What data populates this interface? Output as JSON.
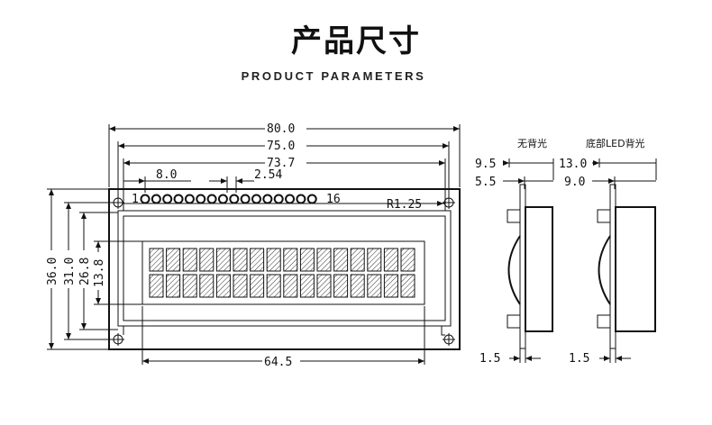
{
  "header": {
    "title": "产品尺寸",
    "subtitle": "PRODUCT PARAMETERS"
  },
  "front_view": {
    "width_total": "80.0",
    "width_holes": "75.0",
    "width_pcb": "73.7",
    "pin1_offset": "8.0",
    "pin_pitch": "2.54",
    "pin_first": "1",
    "pin_last": "16",
    "hole_radius": "R1.25",
    "height_total": "36.0",
    "height_holes": "31.0",
    "height_window": "26.8",
    "height_view": "13.8",
    "view_width": "64.5",
    "rows": 2,
    "cols": 16
  },
  "side_views": [
    {
      "label": "无背光",
      "top_dim": "9.5",
      "mid_dim": "5.5",
      "bottom_dim": "1.5"
    },
    {
      "label": "底部LED背光",
      "top_dim": "13.0",
      "mid_dim": "9.0",
      "bottom_dim": "1.5"
    }
  ]
}
